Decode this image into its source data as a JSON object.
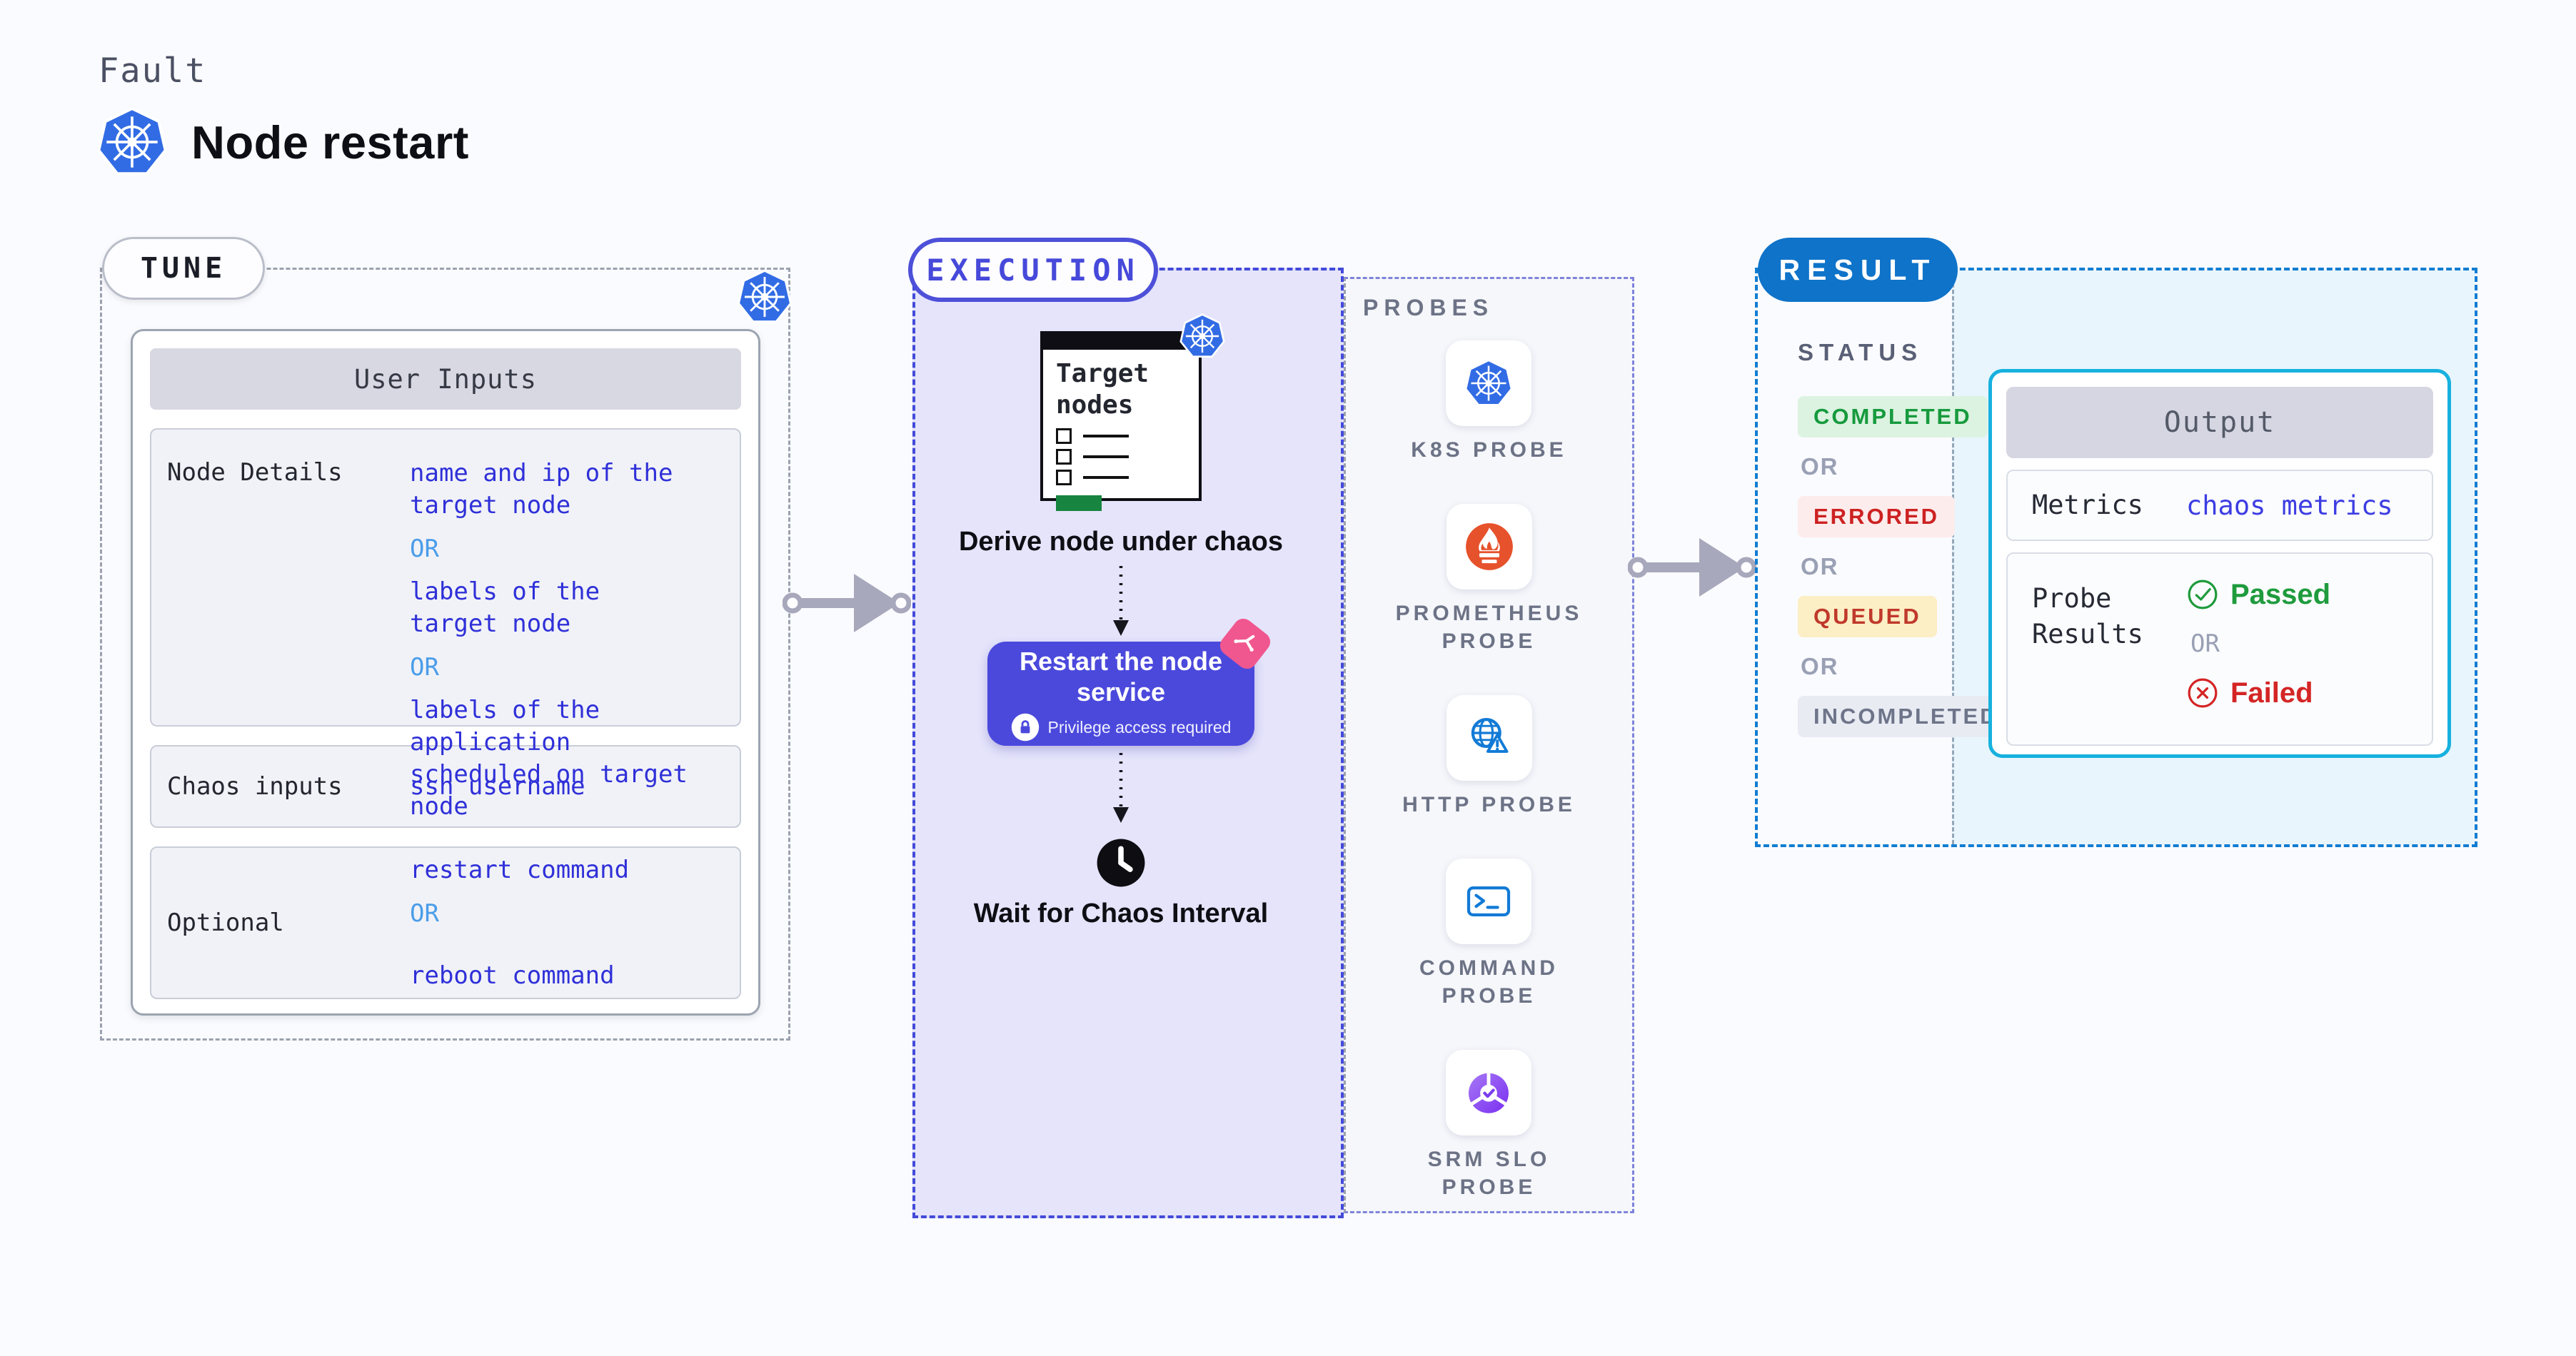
{
  "page": {
    "kicker": "Fault",
    "title": "Node restart"
  },
  "tune": {
    "label": "TUNE",
    "card_title": "User Inputs",
    "rows": [
      {
        "label": "Node Details",
        "values": [
          {
            "kind": "value",
            "text": "name and ip of the\ntarget node"
          },
          {
            "kind": "or",
            "text": "OR"
          },
          {
            "kind": "value",
            "text": "labels of the\ntarget node"
          },
          {
            "kind": "or",
            "text": "OR"
          },
          {
            "kind": "value",
            "text": "labels of the application\n scheduled on target node"
          }
        ]
      },
      {
        "label": "Chaos inputs",
        "values": [
          {
            "kind": "value",
            "text": "ssh username"
          }
        ]
      },
      {
        "label": "Optional",
        "values": [
          {
            "kind": "value",
            "text": "restart command"
          },
          {
            "kind": "or",
            "text": "OR"
          },
          {
            "kind": "value",
            "text": "reboot command"
          }
        ]
      }
    ]
  },
  "execution": {
    "label": "EXECUTION",
    "target_card": {
      "title": "Target nodes"
    },
    "steps": {
      "derive": "Derive node under chaos",
      "wait": "Wait for Chaos Interval"
    },
    "action": {
      "title": "Restart the node service",
      "note": "Privilege access required"
    },
    "probes": {
      "heading": "PROBES",
      "items": [
        {
          "icon": "kubernetes-icon",
          "label": "K8S PROBE"
        },
        {
          "icon": "prometheus-icon",
          "label": "PROMETHEUS\nPROBE"
        },
        {
          "icon": "http-icon",
          "label": "HTTP PROBE"
        },
        {
          "icon": "terminal-icon",
          "label": "COMMAND\nPROBE"
        },
        {
          "icon": "slo-icon",
          "label": "SRM SLO\nPROBE"
        }
      ]
    }
  },
  "result": {
    "label": "RESULT",
    "status_heading": "STATUS",
    "statuses": [
      {
        "type": "completed",
        "text": "COMPLETED"
      },
      {
        "type": "or",
        "text": "OR"
      },
      {
        "type": "errored",
        "text": "ERRORED"
      },
      {
        "type": "or",
        "text": "OR"
      },
      {
        "type": "queued",
        "text": "QUEUED"
      },
      {
        "type": "or",
        "text": "OR"
      },
      {
        "type": "incompleted",
        "text": "INCOMPLETED"
      }
    ],
    "output": {
      "title": "Output",
      "metrics_label": "Metrics",
      "metrics_value": "chaos metrics",
      "probe_results_label": "Probe\nResults",
      "passed": "Passed",
      "or": "OR",
      "failed": "Failed"
    }
  },
  "colors": {
    "accent_indigo": "#4649d9",
    "accent_blue": "#0e73c9",
    "accent_cyan": "#17b1de",
    "value_blue": "#2f30d8",
    "or_light_blue": "#4b9de9",
    "passed_green": "#1f9b3d",
    "failed_red": "#d42525",
    "kubernetes_blue": "#326ce5",
    "prometheus_orange": "#e6522c",
    "action_purple": "#4b49dc"
  }
}
